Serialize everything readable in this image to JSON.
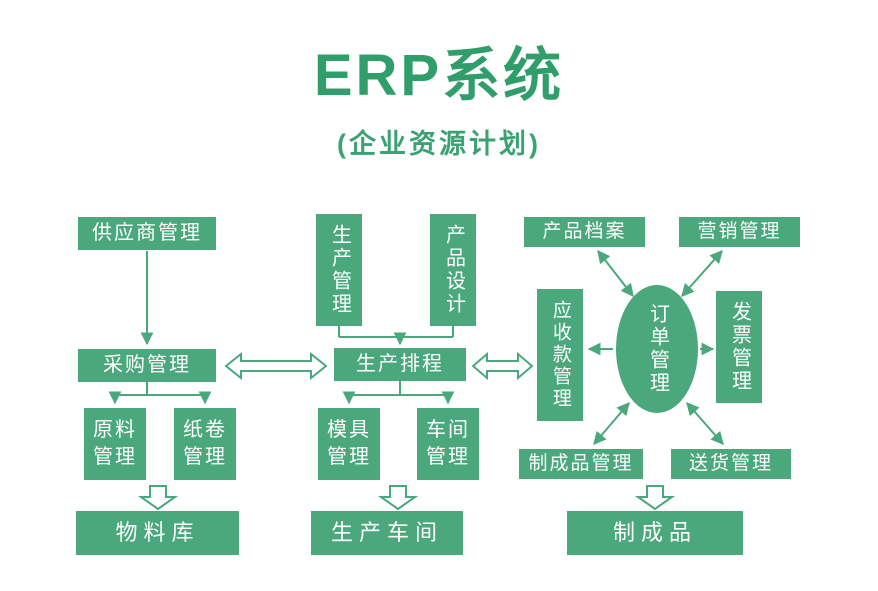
{
  "title": "ERP系统",
  "subtitle": "(企业资源计划)",
  "colors": {
    "box_green": "#4aa87c",
    "title_green": "#2f9e6b",
    "arrow_green": "#4aa87c",
    "text_white": "#ffffff"
  },
  "nodes": {
    "supplier": "供应商管理",
    "purchasing": "采购管理",
    "raw_material": "原料管理",
    "paper_roll": "纸卷管理",
    "material_warehouse": "物料库",
    "production_mgmt": "生产管理",
    "product_design": "产品设计",
    "production_schedule": "生产排程",
    "mold_mgmt": "模具管理",
    "workshop_mgmt": "车间管理",
    "production_workshop": "生产车间",
    "product_archive": "产品档案",
    "marketing": "营销管理",
    "receivables": "应收款管理",
    "order_mgmt": "订单管理",
    "invoice": "发票管理",
    "finished_goods_mgmt": "制成品管理",
    "delivery": "送货管理",
    "finished_goods": "制成品"
  },
  "edges": [
    {
      "from": "供应商管理",
      "to": "采购管理",
      "style": "arrow"
    },
    {
      "from": "采购管理",
      "to": "原料管理",
      "style": "arrow"
    },
    {
      "from": "采购管理",
      "to": "纸卷管理",
      "style": "arrow"
    },
    {
      "from": "原料管理/纸卷管理",
      "to": "物料库",
      "style": "block-arrow"
    },
    {
      "from": "生产管理",
      "to": "生产排程",
      "style": "arrow"
    },
    {
      "from": "产品设计",
      "to": "生产排程",
      "style": "arrow"
    },
    {
      "from": "采购管理",
      "to": "生产排程",
      "style": "double-block-arrow"
    },
    {
      "from": "生产排程",
      "to": "应收款管理",
      "style": "double-block-arrow"
    },
    {
      "from": "生产排程",
      "to": "模具管理",
      "style": "arrow"
    },
    {
      "from": "生产排程",
      "to": "车间管理",
      "style": "arrow"
    },
    {
      "from": "模具管理/车间管理",
      "to": "生产车间",
      "style": "block-arrow"
    },
    {
      "from": "订单管理",
      "to": "产品档案",
      "style": "double-arrow"
    },
    {
      "from": "订单管理",
      "to": "营销管理",
      "style": "double-arrow"
    },
    {
      "from": "订单管理",
      "to": "应收款管理",
      "style": "arrow"
    },
    {
      "from": "订单管理",
      "to": "发票管理",
      "style": "arrow"
    },
    {
      "from": "订单管理",
      "to": "制成品管理",
      "style": "double-arrow"
    },
    {
      "from": "订单管理",
      "to": "送货管理",
      "style": "double-arrow"
    },
    {
      "from": "制成品管理",
      "to": "制成品",
      "style": "block-arrow"
    }
  ]
}
